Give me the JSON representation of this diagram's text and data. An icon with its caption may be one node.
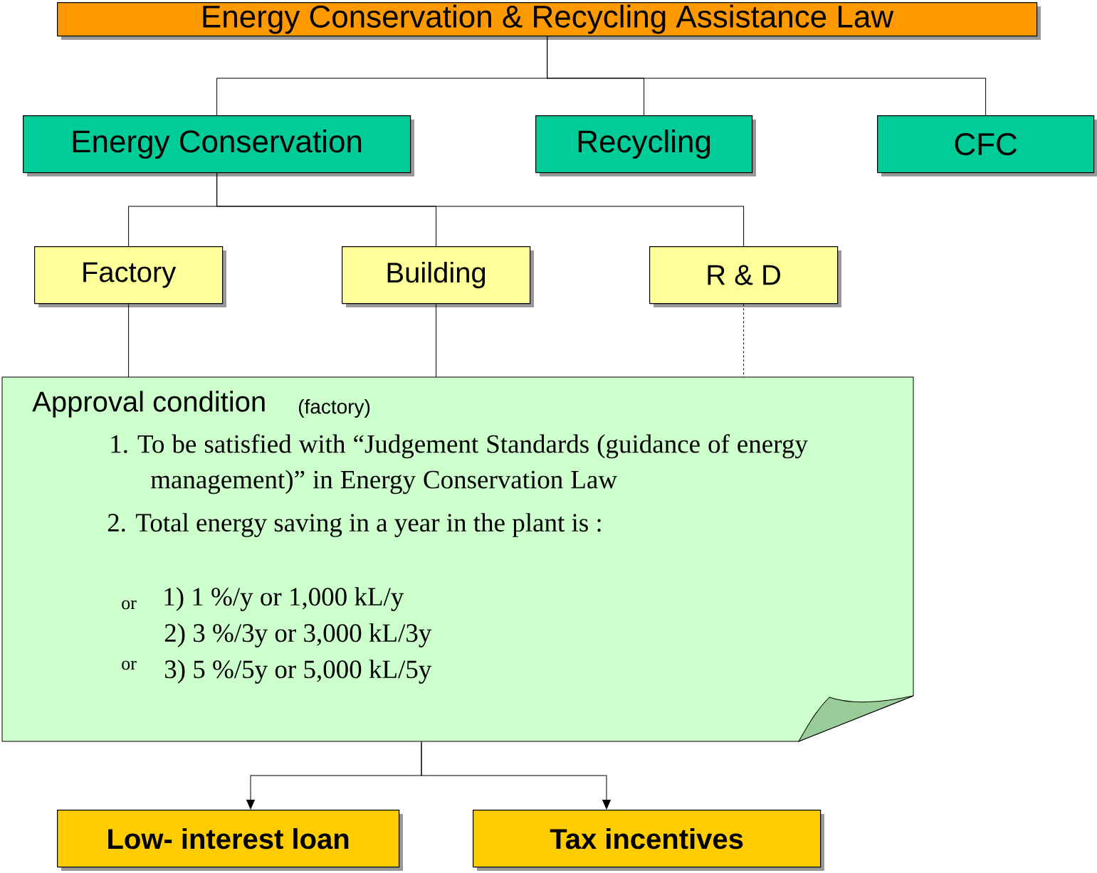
{
  "diagram": {
    "nodes": [
      {
        "text": [
          "Energy Conservation & Recycling Assistance Law"
        ]
      },
      {
        "text": [
          "Energy Conservation"
        ]
      },
      {
        "text": [
          "Recycling"
        ]
      },
      {
        "text": [
          "CFC"
        ]
      },
      {
        "text": [
          "Factory"
        ]
      },
      {
        "text": [
          "Building"
        ]
      },
      {
        "text": [
          "R & D"
        ]
      },
      {
        "text": [
          "Approval condition",
          "(factory)",
          "1. To be satisfied with “Judgement Standards (guidance of energy management)” in Energy Conservation Law",
          "2. Total energy saving in a year in the plant is :",
          "or",
          "1) 1 %/y or 1,000 kL/y",
          "2) 3 %/3y or 3,000 kL/3y",
          "or",
          "3) 5 %/5y or 5,000 kL/5y"
        ]
      },
      {
        "text": [
          "Low- interest loan"
        ]
      },
      {
        "text": [
          "Tax incentives"
        ]
      }
    ],
    "edges": [
      {
        "from": 0,
        "to": 1,
        "arrow": "none"
      },
      {
        "from": 0,
        "to": 2,
        "arrow": "none"
      },
      {
        "from": 0,
        "to": 3,
        "arrow": "none"
      },
      {
        "from": 1,
        "to": 4,
        "arrow": "none"
      },
      {
        "from": 1,
        "to": 5,
        "arrow": "none"
      },
      {
        "from": 1,
        "to": 6,
        "arrow": "none"
      },
      {
        "from": 4,
        "to": 7,
        "arrow": "none"
      },
      {
        "from": 5,
        "to": 7,
        "arrow": "none"
      },
      {
        "from": 6,
        "to": 7,
        "arrow": "none",
        "style": "dashed"
      },
      {
        "from": 7,
        "to": 8,
        "arrow": "to"
      },
      {
        "from": 7,
        "to": 9,
        "arrow": "to"
      }
    ]
  }
}
